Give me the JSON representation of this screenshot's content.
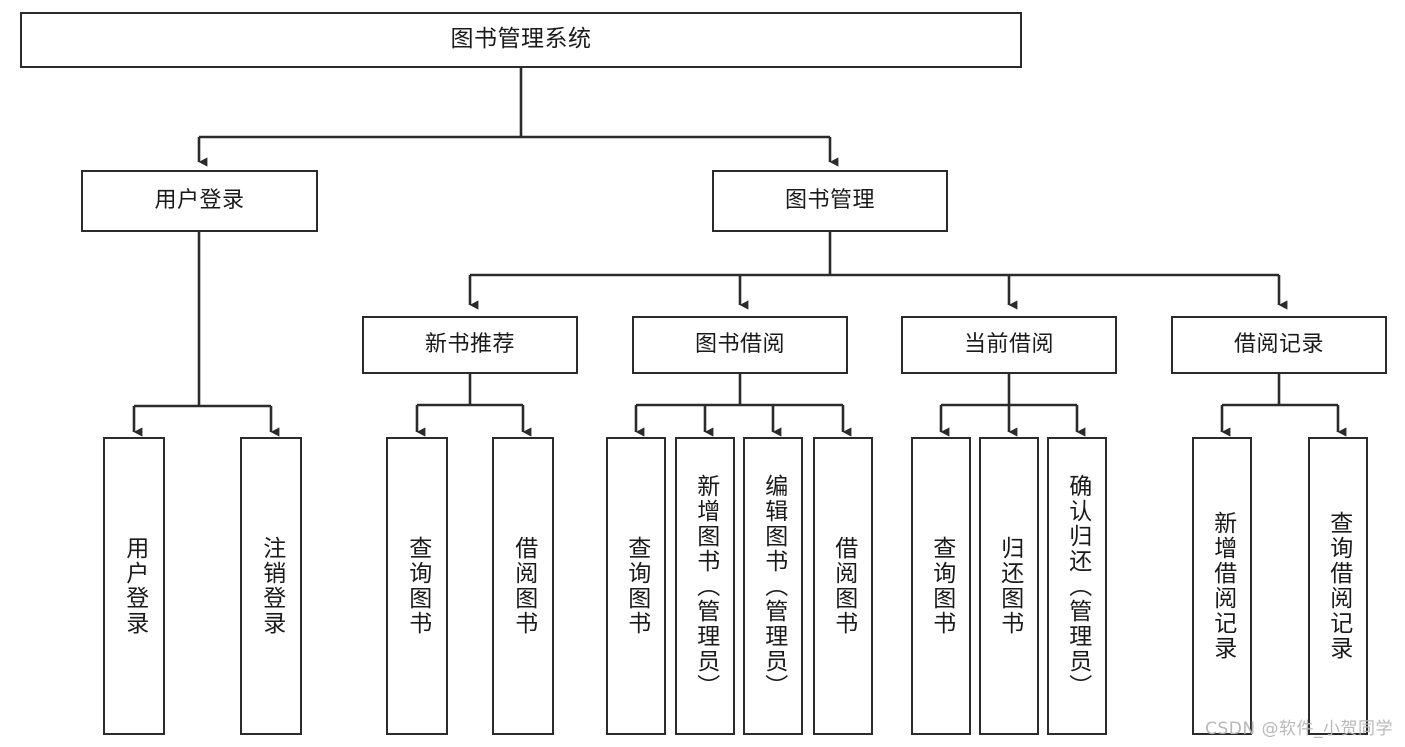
{
  "diagram": {
    "title": "图书管理系统",
    "type": "tree-hierarchy",
    "watermark": "CSDN @软件_小贺同学",
    "colors": {
      "box_border": "#2b2b2b",
      "box_fill": "#ffffff",
      "connector": "#2b2b2b",
      "text": "#1a1a1a",
      "watermark": "#b9b9b9",
      "background": "#ffffff"
    }
  },
  "nodes": {
    "root": {
      "label": "图书管理系统",
      "level": 1
    },
    "level2": [
      {
        "id": "user-login",
        "label": "用户登录"
      },
      {
        "id": "book-management",
        "label": "图书管理"
      }
    ],
    "level3": [
      {
        "id": "new-book-recommend",
        "label": "新书推荐"
      },
      {
        "id": "book-borrow",
        "label": "图书借阅"
      },
      {
        "id": "current-borrow",
        "label": "当前借阅"
      },
      {
        "id": "borrow-record",
        "label": "借阅记录"
      }
    ],
    "leaves": {
      "user-login": [
        {
          "id": "leaf-user-login",
          "label": "用户登录"
        },
        {
          "id": "leaf-logout-login",
          "label": "注销登录"
        }
      ],
      "new-book-recommend": [
        {
          "id": "leaf-query-book-1",
          "label": "查询图书"
        },
        {
          "id": "leaf-borrow-book-1",
          "label": "借阅图书"
        }
      ],
      "book-borrow": [
        {
          "id": "leaf-query-book-2",
          "label": "查询图书"
        },
        {
          "id": "leaf-add-book",
          "label": "新增图书（管理员）"
        },
        {
          "id": "leaf-edit-book",
          "label": "编辑图书（管理员）"
        },
        {
          "id": "leaf-borrow-book-2",
          "label": "借阅图书"
        }
      ],
      "current-borrow": [
        {
          "id": "leaf-query-book-3",
          "label": "查询图书"
        },
        {
          "id": "leaf-return-book",
          "label": "归还图书"
        },
        {
          "id": "leaf-confirm-return",
          "label": "确认归还（管理员）"
        }
      ],
      "borrow-record": [
        {
          "id": "leaf-add-record",
          "label": "新增借阅记录"
        },
        {
          "id": "leaf-query-record",
          "label": "查询借阅记录"
        }
      ]
    }
  }
}
